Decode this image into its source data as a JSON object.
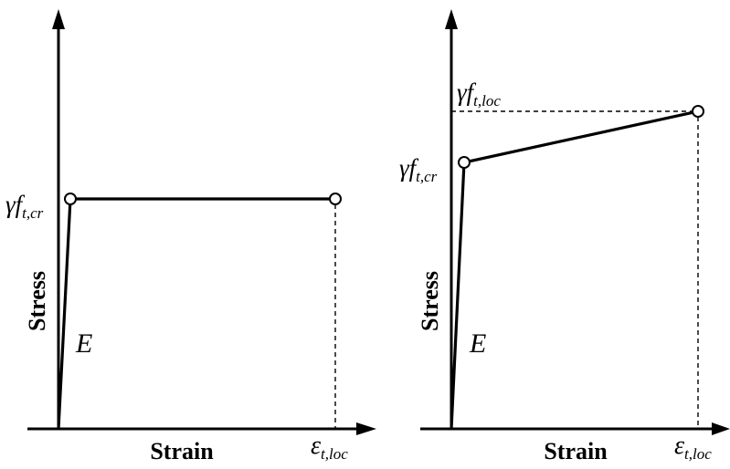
{
  "left_panel": {
    "x_label": "Strain",
    "y_label": "Stress",
    "modulus_label": "E",
    "yield_symbol": "γf",
    "yield_subscript": "t,cr",
    "strain_symbol": "ε",
    "strain_subscript": "t,loc"
  },
  "right_panel": {
    "x_label": "Strain",
    "y_label": "Stress",
    "modulus_label": "E",
    "yield_symbol": "γf",
    "yield_subscript": "t,cr",
    "peak_symbol": "γf",
    "peak_subscript": "t,loc",
    "strain_symbol": "ε",
    "strain_subscript": "t,loc"
  }
}
